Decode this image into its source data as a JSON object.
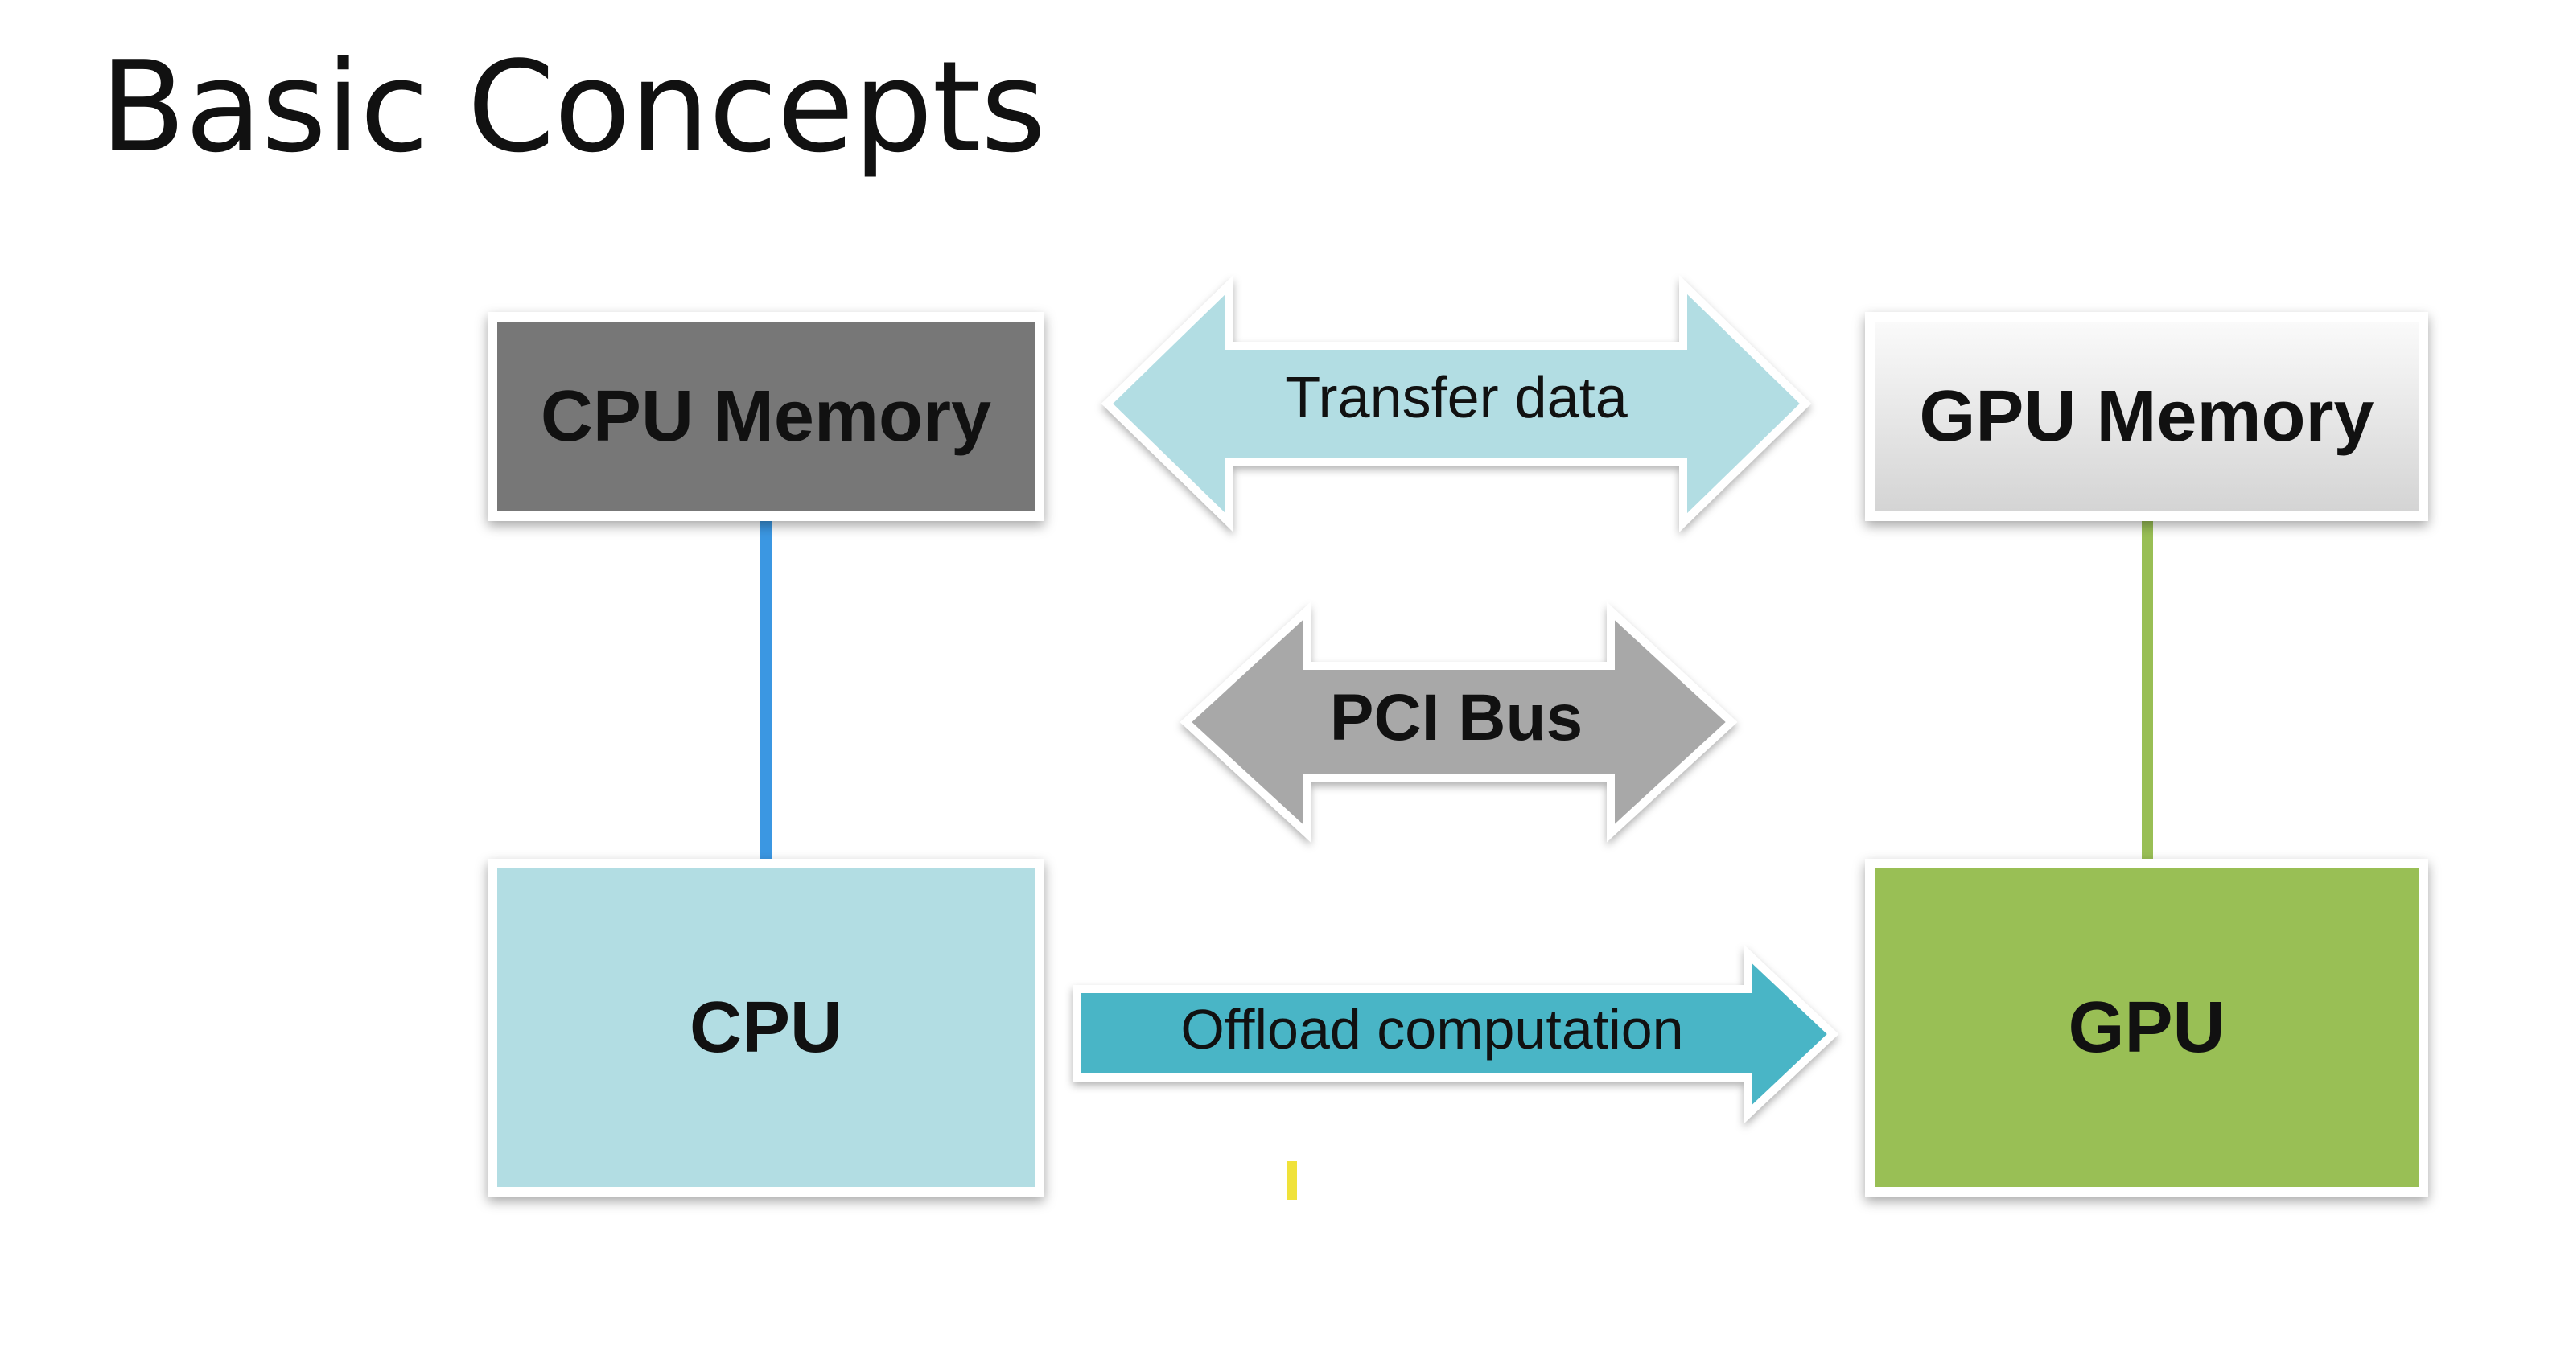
{
  "slide": {
    "title": "Basic Concepts"
  },
  "diagram": {
    "nodes": {
      "cpu_memory": "CPU Memory",
      "gpu_memory": "GPU Memory",
      "cpu": "CPU",
      "gpu": "GPU"
    },
    "arrows": {
      "transfer": "Transfer data",
      "pci_bus": "PCI Bus",
      "offload": "Offload computation"
    },
    "colors": {
      "cpu_memory": "#777777",
      "gpu_memory": "#e6e6e6",
      "cpu": "#b2dde3",
      "gpu": "#99bf55",
      "transfer_arrow": "#b2dde3",
      "pci_arrow": "#a8a8a8",
      "offload_arrow": "#49b5c6",
      "cpu_link": "#3b97e2",
      "gpu_link": "#99bf55"
    }
  }
}
